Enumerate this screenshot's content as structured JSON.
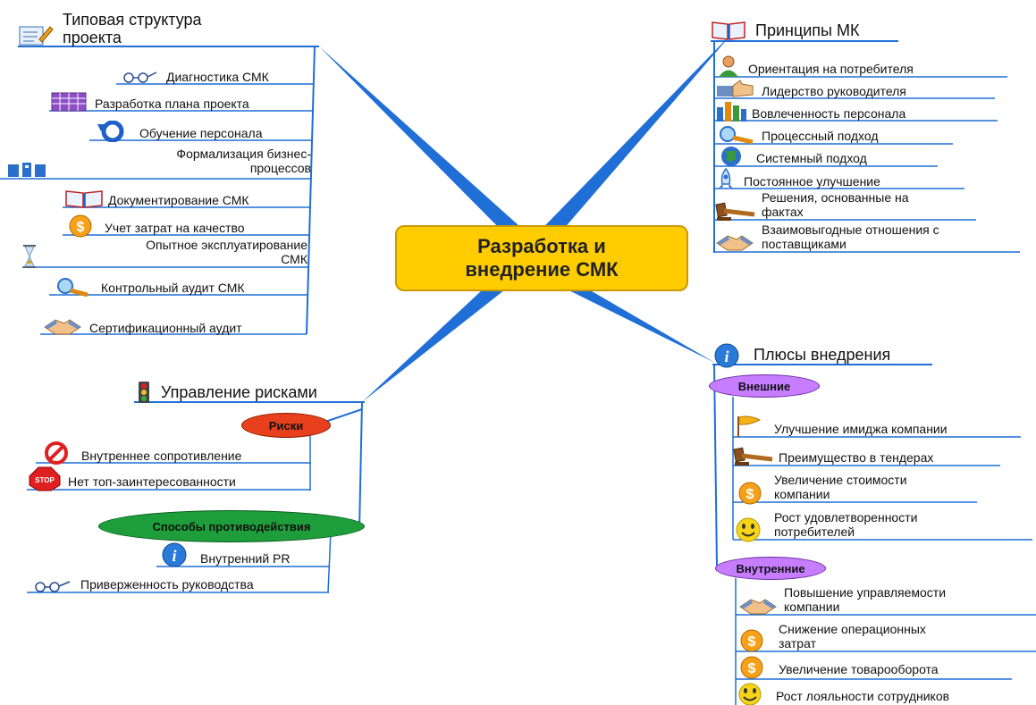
{
  "center": {
    "line1": "Разработка и",
    "line2": "внедрение СМК"
  },
  "typical": {
    "title_line1": "Типовая структура",
    "title_line2": "проекта",
    "items": [
      {
        "text": "Диагностика СМК",
        "icon": "glasses-icon"
      },
      {
        "text": "Разработка плана проекта",
        "icon": "calendar-icon"
      },
      {
        "text": "Обучение персонала",
        "icon": "refresh-icon"
      },
      {
        "text_line1": "Формализация бизнес-",
        "text_line2": "процессов",
        "icon": "process-map-icon"
      },
      {
        "text": "Документирование СМК",
        "icon": "book-icon"
      },
      {
        "text": "Учет затрат на качество",
        "icon": "coin-icon"
      },
      {
        "text_line1": "Опытное эксплуатирование",
        "text_line2": "СМК",
        "icon": "hourglass-icon"
      },
      {
        "text": "Контрольный аудит СМК",
        "icon": "magnifier-icon"
      },
      {
        "text": "Сертификационный аудит",
        "icon": "handshake-icon"
      }
    ]
  },
  "principles": {
    "title": "Принципы МК",
    "items": [
      {
        "text": "Ориентация на потребителя",
        "icon": "person-icon"
      },
      {
        "text": "Лидерство руководителя",
        "icon": "thumbs-up-icon"
      },
      {
        "text": "Вовлеченность персонала",
        "icon": "bar-chart-icon"
      },
      {
        "text": "Процессный подход",
        "icon": "magnifier-icon"
      },
      {
        "text": "Системный подход",
        "icon": "globe-icon"
      },
      {
        "text": "Постоянное улучшение",
        "icon": "rocket-icon"
      },
      {
        "text_line1": "Решения, основанные на",
        "text_line2": "фактах",
        "icon": "gavel-icon"
      },
      {
        "text_line1": "Взаимовыгодные отношения с",
        "text_line2": "поставщиками",
        "icon": "handshake-icon"
      }
    ]
  },
  "risks": {
    "title": "Управление рисками",
    "risks_label": "Риски",
    "risk_items": [
      {
        "text": "Внутреннее сопротивление",
        "icon": "no-entry-icon"
      },
      {
        "text": "Нет топ-заинтересованности",
        "icon": "stop-sign-icon"
      }
    ],
    "counter_label": "Способы противодействия",
    "counter_items": [
      {
        "text": "Внутренний PR",
        "icon": "info-icon"
      },
      {
        "text": "Приверженность руководства",
        "icon": "glasses-icon"
      }
    ]
  },
  "benefits": {
    "title": "Плюсы внедрения",
    "external_label": "Внешние",
    "external_items": [
      {
        "text": "Улучшение имиджа компании",
        "icon": "flag-icon"
      },
      {
        "text": "Преимущество в тендерах",
        "icon": "gavel-icon"
      },
      {
        "text_line1": "Увеличение стоимости",
        "text_line2": "компании",
        "icon": "coin-icon"
      },
      {
        "text_line1": "Рост удовлетворенности",
        "text_line2": "потребителей",
        "icon": "smiley-icon"
      }
    ],
    "internal_label": "Внутренние",
    "internal_items": [
      {
        "text_line1": "Повышение управляемости",
        "text_line2": "компании",
        "icon": "handshake-icon"
      },
      {
        "text_line1": "Снижение операционных",
        "text_line2": "затрат",
        "icon": "coin-icon"
      },
      {
        "text": "Увеличение товарооборота",
        "icon": "coin-icon"
      },
      {
        "text": "Рост лояльности сотрудников",
        "icon": "smiley-icon"
      }
    ]
  },
  "colors": {
    "branch": "#1f6fd6",
    "center_fill": "#ffcc00",
    "risks_fill": "#e8401c",
    "counter_fill": "#1e9e3a",
    "tag_fill": "#c77dff"
  }
}
